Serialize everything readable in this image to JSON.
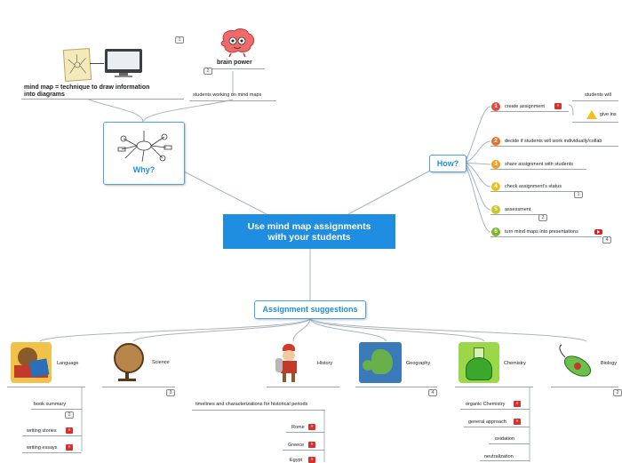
{
  "central": {
    "line1": "Use mind map assignments",
    "line2": "with your students"
  },
  "why": {
    "label": "Why?",
    "definition_line1": "mind map = technique to draw information",
    "definition_line2": "into diagrams",
    "brain_label": "brain power",
    "students_label": "students working on mind maps",
    "badge_top": "1",
    "badge_brain": "2"
  },
  "how": {
    "label": "How?",
    "steps": [
      {
        "num": "1",
        "label": "create assignment",
        "color": "#e04a3a"
      },
      {
        "num": "2",
        "label": "decide if students will work individually/collab",
        "color": "#e8702a"
      },
      {
        "num": "3",
        "label": "share assignment with students",
        "color": "#f0a020"
      },
      {
        "num": "4",
        "label": "check assignment's status",
        "color": "#e8c020"
      },
      {
        "num": "5",
        "label": "assessment",
        "color": "#c8c820"
      },
      {
        "num": "6",
        "label": "turn mind maps into presentations",
        "color": "#7ab82a"
      }
    ],
    "sub_students": "students will",
    "sub_give": "give ins",
    "badge_status": "1",
    "badge_assessment": "2",
    "badge_present": "4"
  },
  "suggestions": {
    "label": "Assignment suggestions",
    "subjects": [
      "Language",
      "Science",
      "History",
      "Geography",
      "Chemistry",
      "Biology"
    ],
    "science_badge": "3",
    "geography_badge": "4",
    "biology_badge": "2",
    "language_items": [
      "book summary",
      "writing stories",
      "writing essays"
    ],
    "language_badge": "2",
    "history_items": [
      "timelines and characterizations for historical periods",
      "Rome",
      "Greece",
      "Egypt"
    ],
    "chemistry_items": [
      "organic Chemistry",
      "general approach",
      "oxidation",
      "neutralization"
    ]
  },
  "colors": {
    "accent": "#1f8de0",
    "line": "#9aa7b0"
  }
}
